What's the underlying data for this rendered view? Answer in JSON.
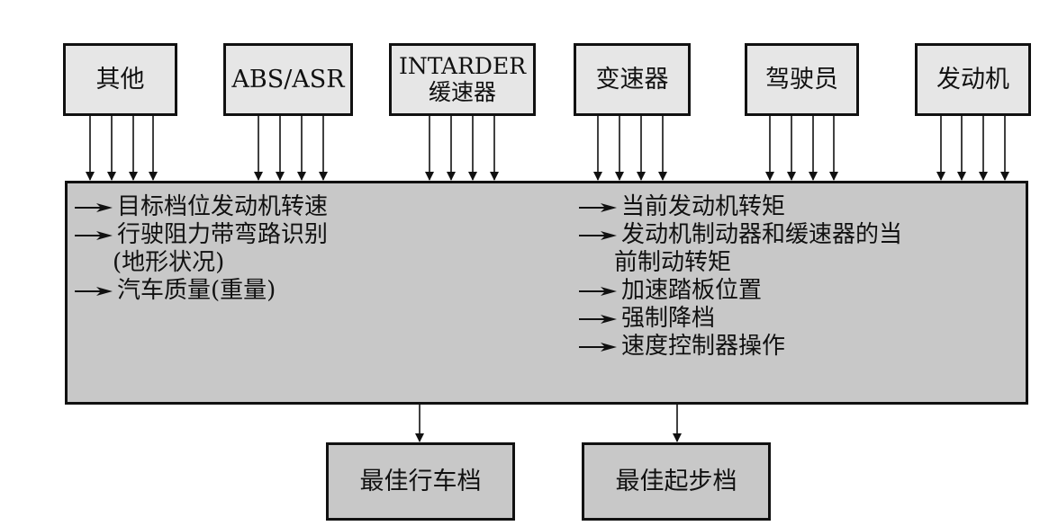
{
  "inputs": [
    {
      "id": "other",
      "lines": [
        "其他"
      ]
    },
    {
      "id": "abs-asr",
      "lines": [
        "ABS/ASR"
      ]
    },
    {
      "id": "intarder",
      "lines": [
        "INTARDER",
        "缓速器"
      ]
    },
    {
      "id": "transmission",
      "lines": [
        "变速器"
      ]
    },
    {
      "id": "driver",
      "lines": [
        "驾驶员"
      ]
    },
    {
      "id": "engine",
      "lines": [
        "发动机"
      ]
    }
  ],
  "processor": {
    "left_items": [
      {
        "text": "目标档位发动机转速",
        "arrow": true
      },
      {
        "text": "行驶阻力带弯路识别",
        "arrow": true
      },
      {
        "text": "(地形状况)",
        "arrow": false
      },
      {
        "text": "汽车质量(重量)",
        "arrow": true
      }
    ],
    "right_items": [
      {
        "text": "当前发动机转矩",
        "arrow": true
      },
      {
        "text": "发动机制动器和缓速器的当",
        "arrow": true
      },
      {
        "text": "前制动转矩",
        "arrow": false
      },
      {
        "text": "加速踏板位置",
        "arrow": true
      },
      {
        "text": "强制降档",
        "arrow": true
      },
      {
        "text": "速度控制器操作",
        "arrow": true
      }
    ]
  },
  "outputs": [
    {
      "id": "best-driving-gear",
      "label": "最佳行车档"
    },
    {
      "id": "best-starting-gear",
      "label": "最佳起步档"
    }
  ]
}
